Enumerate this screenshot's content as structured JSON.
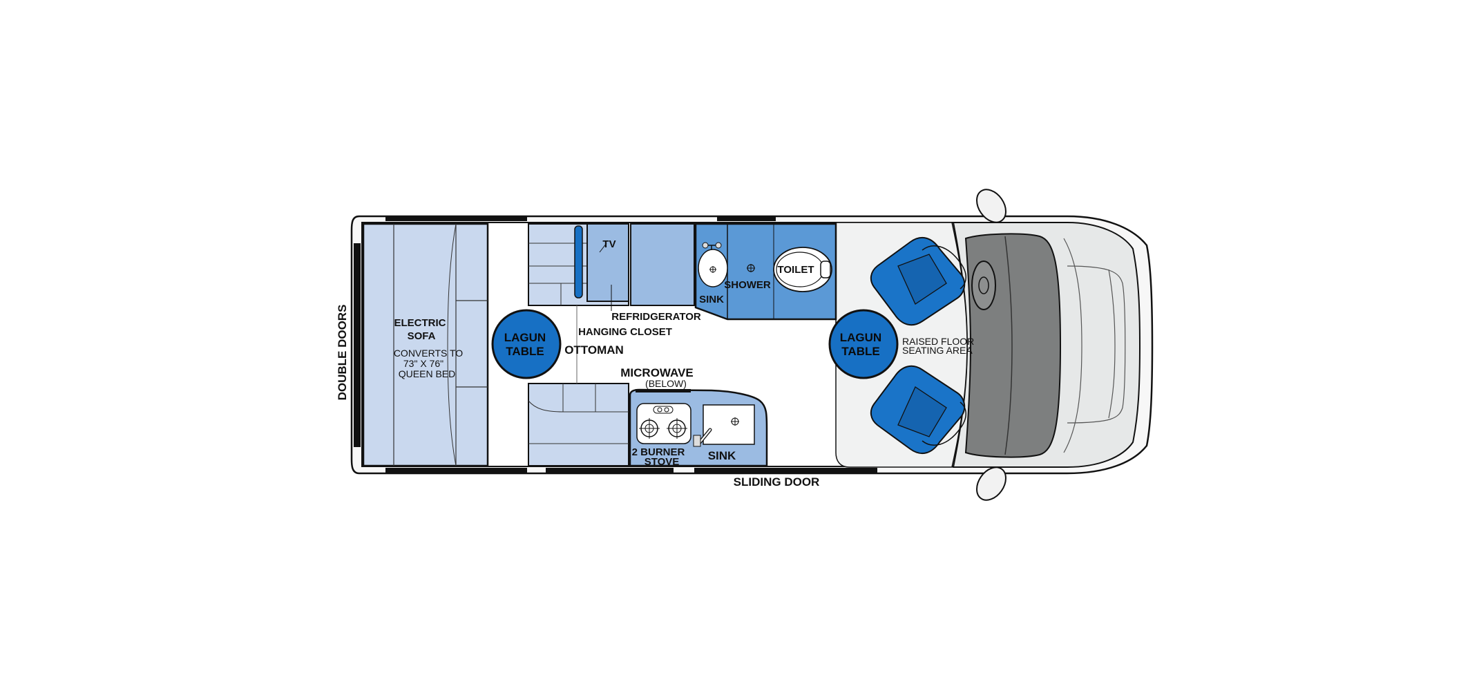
{
  "colors": {
    "outline": "#111111",
    "light_blue": "#c9d8ee",
    "mid_blue": "#9bbbe2",
    "bath_blue": "#5b99d6",
    "table_blue": "#1770c4",
    "seat_blue": "#1a74c8",
    "cab_gray": "#e6e8e8",
    "dash_gray": "#7d7f7f",
    "floor": "#ffffff"
  },
  "labels": {
    "double_doors": "DOUBLE DOORS",
    "electric_sofa_1": "ELECTRIC",
    "electric_sofa_2": "SOFA",
    "converts_1": "CONVERTS TO",
    "converts_2": "73\" X 76\"",
    "converts_3": "QUEEN BED",
    "rear_table_1": "LAGUN",
    "rear_table_2": "TABLE",
    "ottoman": "OTTOMAN",
    "tv": "TV",
    "hanging_closet": "HANGING CLOSET",
    "refrigerator": "REFRIDGERATOR",
    "bath_sink": "SINK",
    "shower": "SHOWER",
    "toilet": "TOILET",
    "microwave": "MICROWAVE",
    "microwave_below": "(BELOW)",
    "stove_1": "2 BURNER",
    "stove_2": "STOVE",
    "galley_sink": "SINK",
    "front_table_1": "LAGUN",
    "front_table_2": "TABLE",
    "raised_floor_1": "RAISED FLOOR",
    "raised_floor_2": "SEATING AREA",
    "sliding_door": "SLIDING DOOR"
  }
}
